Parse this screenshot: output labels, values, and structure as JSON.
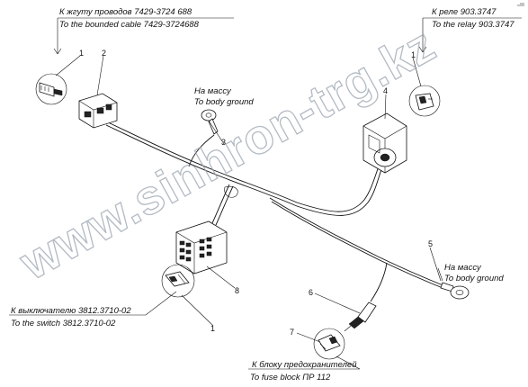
{
  "watermark": "www.sinhron-trg.kz",
  "labels": {
    "top_left_ru": "К жгуту проводов 7429-3724 688",
    "top_left_en": "To the bounded cable 7429-3724688",
    "top_right_ru": "К реле 903.3747",
    "top_right_en": "To the relay 903.3747",
    "ground_mid_ru": "На массу",
    "ground_mid_en": "To body ground",
    "ground_right_ru": "На массу",
    "ground_right_en": "To body ground",
    "switch_ru": "К выключателю 3812.3710-02",
    "switch_en": "To the switch 3812.3710-02",
    "fuse_ru": "К блоку предохранителей",
    "fuse_en": "To fuse block ПР 112"
  },
  "callouts": {
    "c1_top_left": "1",
    "c2": "2",
    "c3": "3",
    "c4": "4",
    "c1_top_right": "1",
    "c5": "5",
    "c6": "6",
    "c7": "7",
    "c8": "8",
    "c1_bottom": "1"
  }
}
